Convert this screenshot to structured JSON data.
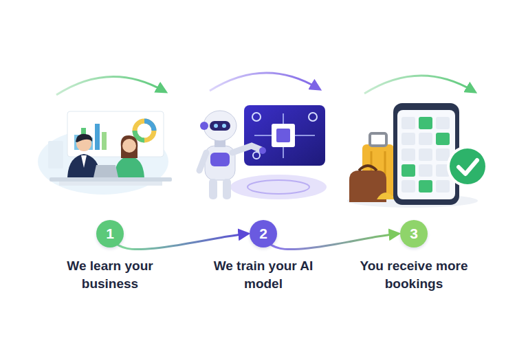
{
  "diagram": {
    "nodes": [
      {
        "text": [
          "1",
          "We learn your business"
        ]
      },
      {
        "text": [
          "2",
          "We train your AI model"
        ]
      },
      {
        "text": [
          "3",
          "You receive more bookings"
        ]
      }
    ],
    "edges": [
      {
        "from": 0,
        "to": 1,
        "arrow": "to"
      },
      {
        "from": 1,
        "to": 2,
        "arrow": "to"
      }
    ]
  }
}
